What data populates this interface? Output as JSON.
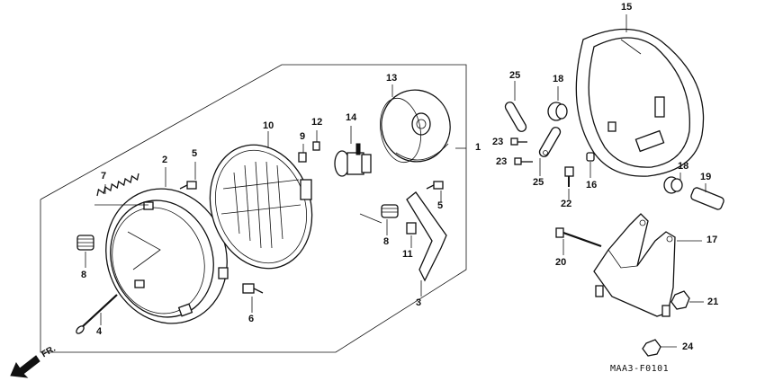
{
  "diagram": {
    "code": "MAA3-F0101",
    "direction": "FR.",
    "callouts": [
      {
        "id": "c1",
        "text": "1"
      },
      {
        "id": "c2",
        "text": "2"
      },
      {
        "id": "c3",
        "text": "3"
      },
      {
        "id": "c4",
        "text": "4"
      },
      {
        "id": "c5a",
        "text": "5"
      },
      {
        "id": "c5b",
        "text": "5"
      },
      {
        "id": "c6",
        "text": "6"
      },
      {
        "id": "c7",
        "text": "7"
      },
      {
        "id": "c8a",
        "text": "8"
      },
      {
        "id": "c8b",
        "text": "8"
      },
      {
        "id": "c9",
        "text": "9"
      },
      {
        "id": "c10",
        "text": "10"
      },
      {
        "id": "c11",
        "text": "11"
      },
      {
        "id": "c12",
        "text": "12"
      },
      {
        "id": "c13",
        "text": "13"
      },
      {
        "id": "c14",
        "text": "14"
      },
      {
        "id": "c15",
        "text": "15"
      },
      {
        "id": "c16",
        "text": "16"
      },
      {
        "id": "c17",
        "text": "17"
      },
      {
        "id": "c18a",
        "text": "18"
      },
      {
        "id": "c18b",
        "text": "18"
      },
      {
        "id": "c19",
        "text": "19"
      },
      {
        "id": "c20",
        "text": "20"
      },
      {
        "id": "c21",
        "text": "21"
      },
      {
        "id": "c22",
        "text": "22"
      },
      {
        "id": "c23a",
        "text": "23"
      },
      {
        "id": "c23b",
        "text": "23"
      },
      {
        "id": "c24",
        "text": "24"
      },
      {
        "id": "c25a",
        "text": "25"
      },
      {
        "id": "c25b",
        "text": "25"
      }
    ]
  }
}
